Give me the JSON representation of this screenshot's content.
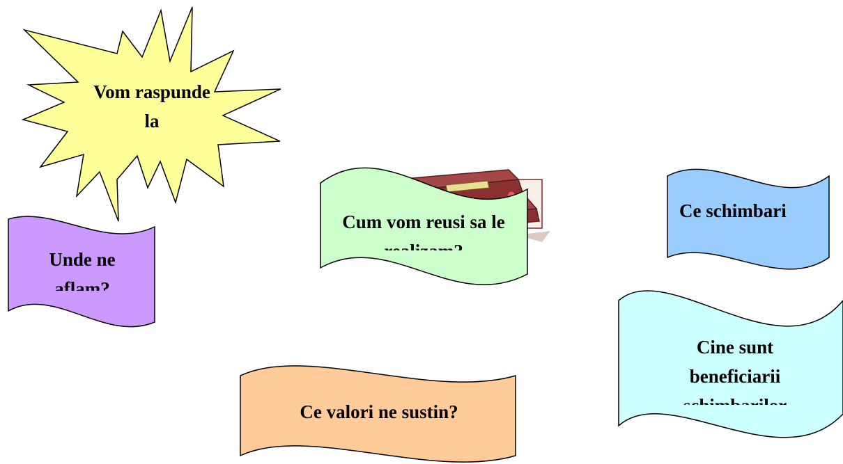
{
  "star": {
    "label": "Vom raspunde la",
    "fill": "#ffff99"
  },
  "banners": {
    "unde": {
      "label": "Unde ne aflam?",
      "fill": "#cc99ff"
    },
    "cum": {
      "label": "Cum vom reusi sa le realizam?",
      "fill": "#ccffcc"
    },
    "ce_schimbari": {
      "label": "Ce schimbari",
      "fill": "#99ccff"
    },
    "cine": {
      "label": "Cine sunt beneficiarii schimbarilor",
      "fill": "#ccffff"
    },
    "valori": {
      "label": "Ce valori ne sustin?",
      "fill": "#ffcc99"
    }
  },
  "clipart": {
    "icon": "books-icon"
  }
}
